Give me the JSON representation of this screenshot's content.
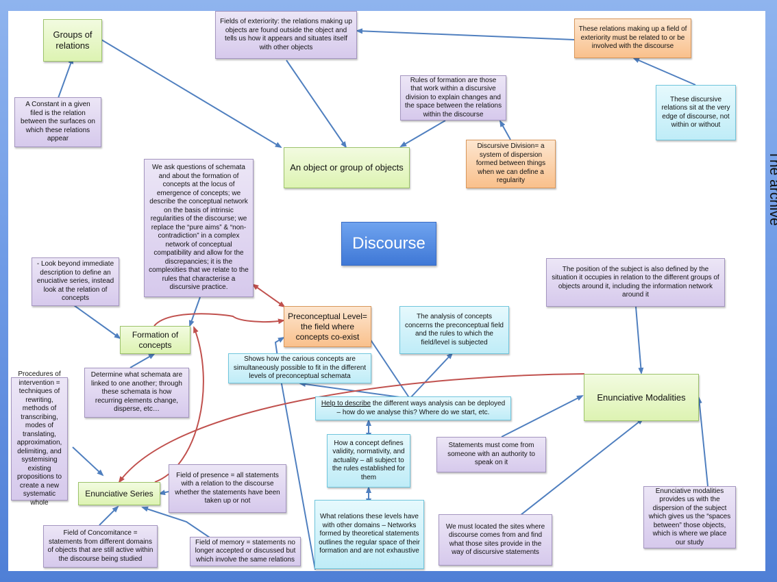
{
  "title": "Discourse",
  "side_label": "The archive",
  "boxes": {
    "groups_of_relations": "Groups of relations",
    "fields_of_exteriority": "Fields of exteriority: the relations making up objects are found outside the object and tells us how it appears and situates itself with other objects",
    "relations_field_exteriority": "These relations making up a field of exteriority must be related to or be involved with the discourse",
    "constant": "A Constant in a given filed is the relation between the surfaces on which these relations appear",
    "rules_of_formation": "Rules of formation are those that work within a discursive division to explain changes and the space between the relations within the discourse",
    "edge_of_discourse": "These discursive relations sit at the very edge of discourse, not within or without",
    "object_group": "An object or group of objects",
    "discursive_division": "Discursive Division= a system of dispersion formed between things when we can define a regularity",
    "schemata_questions": "We ask questions of schemata and about the formation of concepts at the locus of emergence of concepts; we describe the conceptual network on the basis of intrinsic regularities of the discourse; we replace the “pure aims” & “non-contradiction” in a complex network of conceptual compatibility and allow for the discrepancies; it is the complexities that we relate to the rules that characterise a discursive practice.",
    "look_beyond": "- Look beyond immediate description to define an enuciative series, instead look at the relation of concepts",
    "subject_position": "The position of the subject is also defined by the situation it occupies in relation to the different groups of objects around it, including the information network around it",
    "formation_of_concepts": "Formation of concepts",
    "preconceptual_level": "Preconceptual Level= the field where concepts co-exist",
    "analysis_of_concepts": "The analysis of concepts concerns the preconceptual field and the rules to which the field/level is subjected",
    "shows_how": "Shows how the carious concepts are simultaneously possible to fit in the different levels of preconceptual schemata",
    "determine_schemata": "Determine what schemata are linked to one another; through these schemata is how recurring elements change, disperse, etc…",
    "procedures": "Procedures of intervention = techniques of rewriting, methods of transcribing, modes of translating, approximation, delimiting, and systemising existing propositions to create a new systematic whole",
    "help_underlined": "Help to describe",
    "help_rest": " the different ways analysis can be deployed – how do we analyse this? Where do we start, etc.",
    "enunciative_modalities": "Enunciative Modalities",
    "concept_defines": "How a concept defines validity, normativity, and actuality – all subject to the rules established for them",
    "statements_authority": "Statements must come from someone with an authority to speak on it",
    "field_of_presence": "Field of presence =  all statements with a relation to the discourse whether the statements have been taken up or not",
    "enunciative_series": "Enunciative Series",
    "field_of_concomitance": "Field of Concomitance = statements from different domains of objects that are still active within the discourse being studied",
    "field_of_memory": "Field of memory = statements no longer accepted or discussed but which involve the same relations",
    "relations_levels": "What relations these levels have with other domains – Networks formed by theoretical statements outlines the regular space of their formation and are not exhaustive",
    "locate_sites": "We must located the sites where discourse comes from and find what those sites provide in the way of discursive statements",
    "modalities_provides": "Enunciative modalities provides us with the dispersion of the subject which gives us the “spaces between” those objects, which is where we place our study"
  },
  "colors": {
    "arrow_blue": "#4f7fbf",
    "arrow_red": "#c0504d",
    "frame_blue": "#5b8ee0"
  }
}
